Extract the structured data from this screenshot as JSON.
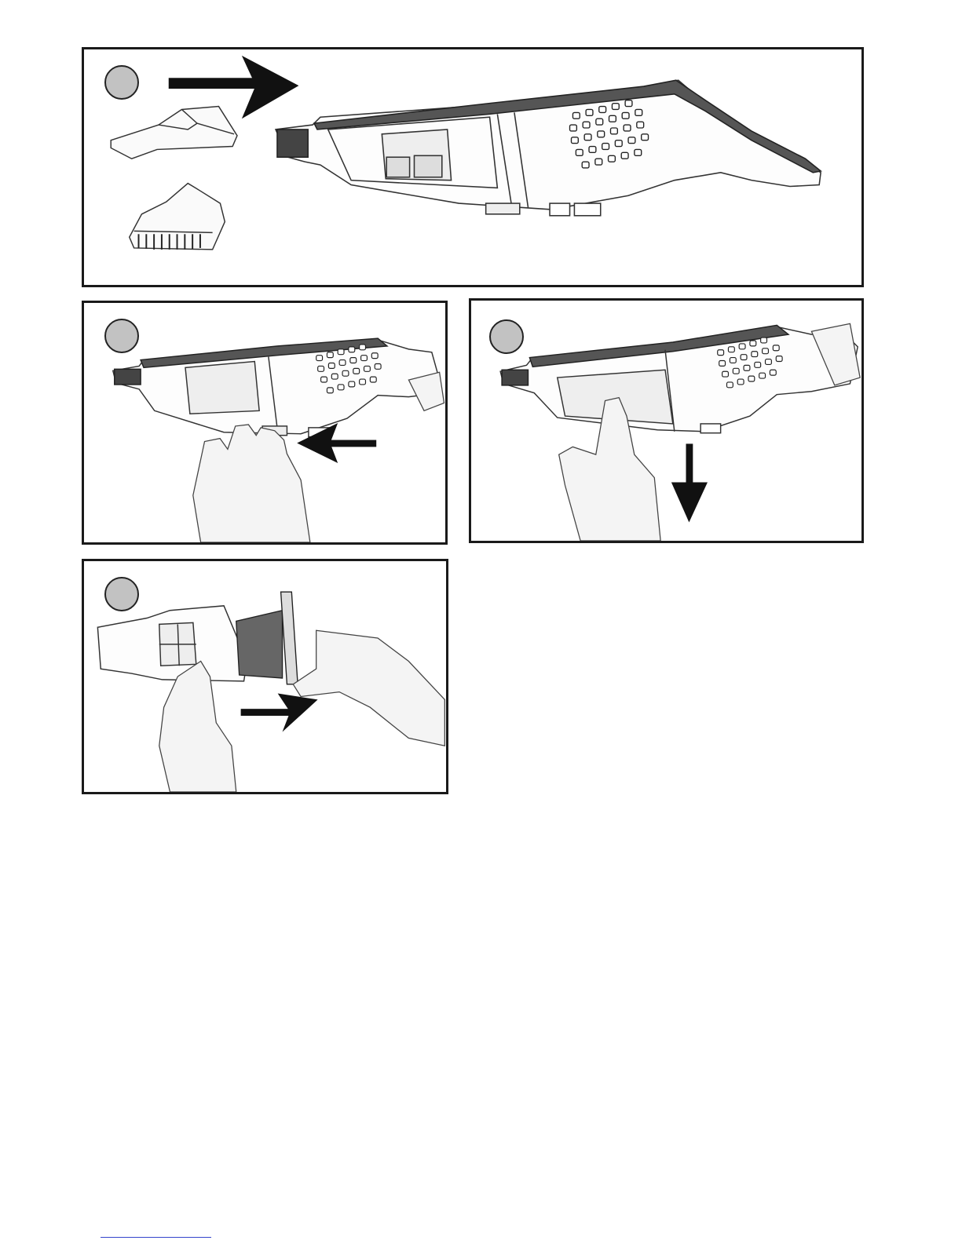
{
  "figures": [
    {
      "id": "fig1",
      "description_icon": "vacuum-with-accessories"
    },
    {
      "id": "fig2",
      "description_icon": "press-release-button"
    },
    {
      "id": "fig3",
      "description_icon": "remove-dust-bowl"
    },
    {
      "id": "fig4",
      "description_icon": "pull-out-filter"
    }
  ],
  "colors": {
    "border": "#1a1a1a",
    "circle_fill": "#c2c2c2",
    "arrow": "#111111",
    "footer_rule": "#3344cc"
  }
}
